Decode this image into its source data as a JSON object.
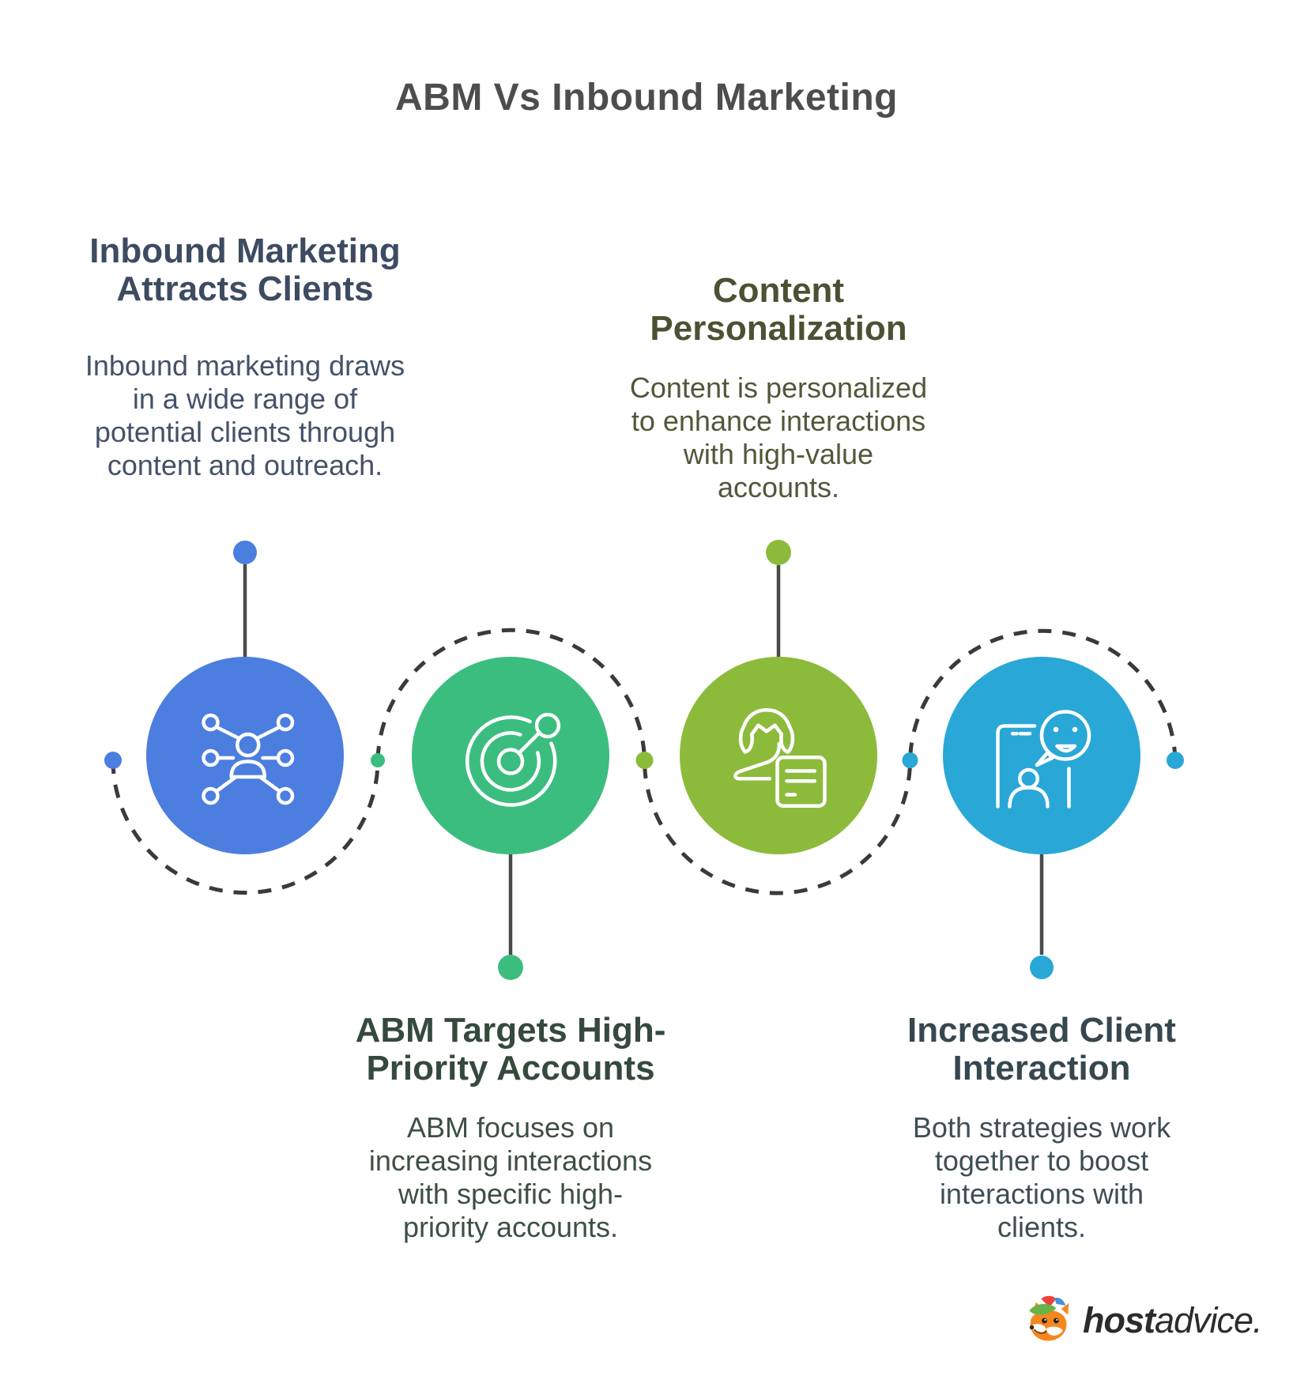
{
  "title": "ABM Vs Inbound Marketing",
  "title_color": "#4d4d4d",
  "steps": [
    {
      "heading_lines": [
        "Inbound Marketing",
        "Attracts Clients"
      ],
      "body_lines": [
        "Inbound marketing draws",
        "in a wide range of",
        "potential clients through",
        "content and outreach."
      ],
      "circle_color": "#4c7ee0",
      "text_color": "#3d4b62",
      "icon": "network-person-icon",
      "label_position": "above"
    },
    {
      "heading_lines": [
        "ABM Targets High-",
        "Priority Accounts"
      ],
      "body_lines": [
        "ABM focuses on",
        "increasing interactions",
        "with specific high-",
        "priority accounts."
      ],
      "circle_color": "#3cbd80",
      "text_color": "#35493c",
      "icon": "target-pin-icon",
      "label_position": "below"
    },
    {
      "heading_lines": [
        "Content",
        "Personalization"
      ],
      "body_lines": [
        "Content is personalized",
        "to enhance interactions",
        "with high-value",
        "accounts."
      ],
      "circle_color": "#8cbb3c",
      "text_color": "#4b5132",
      "icon": "person-document-icon",
      "label_position": "above"
    },
    {
      "heading_lines": [
        "Increased Client",
        "Interaction"
      ],
      "body_lines": [
        "Both strategies work",
        "together to boost",
        "interactions with",
        "clients."
      ],
      "circle_color": "#29a7d7",
      "text_color": "#37474f",
      "icon": "phone-chat-icon",
      "label_position": "below"
    }
  ],
  "wave": {
    "dash_color": "#3a3a3a",
    "dot_colors": [
      "#4c7ee0",
      "#3cbd80",
      "#8cbb3c",
      "#29a7d7",
      "#29a7d7"
    ]
  },
  "connector_color": "#4a4a4a",
  "logo": {
    "brand_bold": "host",
    "brand_rest": "advice.",
    "text_color": "#2c2c2c"
  }
}
